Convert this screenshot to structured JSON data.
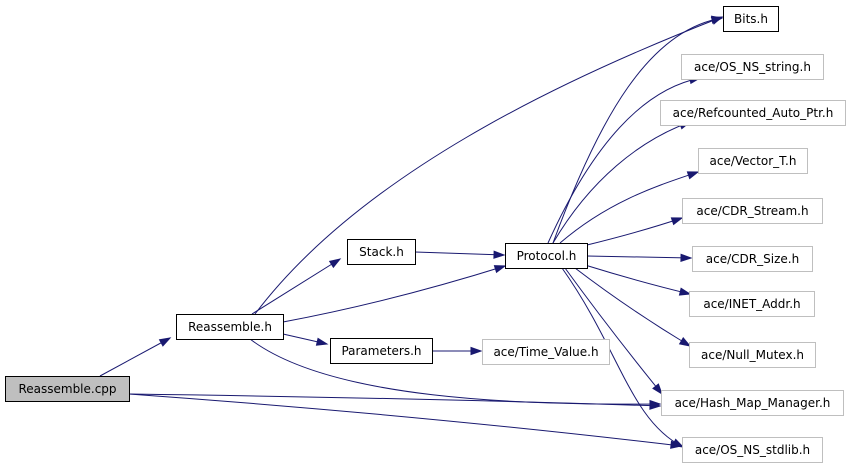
{
  "colors": {
    "edge": "#191970",
    "focus_fill": "#bfbfbf",
    "focus_border": "#000000",
    "documented_border": "#000000",
    "external_border": "#bfbfbf",
    "text": "#000000"
  },
  "nodes": [
    {
      "id": "reassemble_cpp",
      "label": "Reassemble.cpp",
      "kind": "focus"
    },
    {
      "id": "reassemble_h",
      "label": "Reassemble.h",
      "kind": "documented"
    },
    {
      "id": "stack_h",
      "label": "Stack.h",
      "kind": "documented"
    },
    {
      "id": "protocol_h",
      "label": "Protocol.h",
      "kind": "documented"
    },
    {
      "id": "parameters_h",
      "label": "Parameters.h",
      "kind": "documented"
    },
    {
      "id": "bits_h",
      "label": "Bits.h",
      "kind": "documented"
    },
    {
      "id": "os_ns_string_h",
      "label": "ace/OS_NS_string.h",
      "kind": "external"
    },
    {
      "id": "refcounted_h",
      "label": "ace/Refcounted_Auto_Ptr.h",
      "kind": "external"
    },
    {
      "id": "vector_t_h",
      "label": "ace/Vector_T.h",
      "kind": "external"
    },
    {
      "id": "cdr_stream_h",
      "label": "ace/CDR_Stream.h",
      "kind": "external"
    },
    {
      "id": "cdr_size_h",
      "label": "ace/CDR_Size.h",
      "kind": "external"
    },
    {
      "id": "inet_addr_h",
      "label": "ace/INET_Addr.h",
      "kind": "external"
    },
    {
      "id": "null_mutex_h",
      "label": "ace/Null_Mutex.h",
      "kind": "external"
    },
    {
      "id": "hash_map_h",
      "label": "ace/Hash_Map_Manager.h",
      "kind": "external"
    },
    {
      "id": "os_ns_stdlib_h",
      "label": "ace/OS_NS_stdlib.h",
      "kind": "external"
    },
    {
      "id": "time_value_h",
      "label": "ace/Time_Value.h",
      "kind": "external"
    }
  ],
  "edges": [
    {
      "from": "reassemble_cpp",
      "to": "reassemble_h"
    },
    {
      "from": "reassemble_cpp",
      "to": "hash_map_h"
    },
    {
      "from": "reassemble_cpp",
      "to": "os_ns_stdlib_h"
    },
    {
      "from": "reassemble_h",
      "to": "stack_h"
    },
    {
      "from": "reassemble_h",
      "to": "protocol_h"
    },
    {
      "from": "reassemble_h",
      "to": "bits_h"
    },
    {
      "from": "reassemble_h",
      "to": "parameters_h"
    },
    {
      "from": "reassemble_h",
      "to": "hash_map_h"
    },
    {
      "from": "stack_h",
      "to": "protocol_h"
    },
    {
      "from": "parameters_h",
      "to": "time_value_h"
    },
    {
      "from": "protocol_h",
      "to": "bits_h"
    },
    {
      "from": "protocol_h",
      "to": "os_ns_string_h"
    },
    {
      "from": "protocol_h",
      "to": "refcounted_h"
    },
    {
      "from": "protocol_h",
      "to": "vector_t_h"
    },
    {
      "from": "protocol_h",
      "to": "cdr_stream_h"
    },
    {
      "from": "protocol_h",
      "to": "cdr_size_h"
    },
    {
      "from": "protocol_h",
      "to": "inet_addr_h"
    },
    {
      "from": "protocol_h",
      "to": "null_mutex_h"
    },
    {
      "from": "protocol_h",
      "to": "hash_map_h"
    },
    {
      "from": "protocol_h",
      "to": "os_ns_stdlib_h"
    }
  ]
}
